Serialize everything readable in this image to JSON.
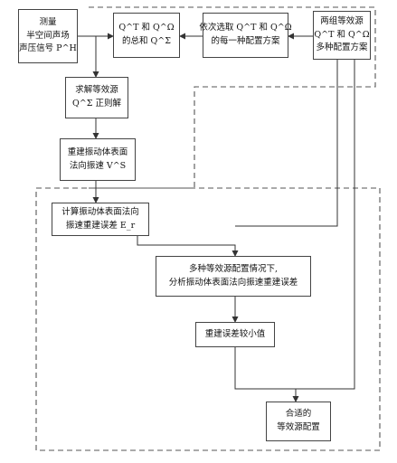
{
  "diagram": {
    "nodes": [
      {
        "id": "measure",
        "lines": [
          "测量",
          "半空间声场",
          "声压信号 P^H"
        ]
      },
      {
        "id": "sum",
        "lines": [
          "Q^T 和 Q^Ω",
          "的总和 Q^Σ"
        ]
      },
      {
        "id": "select",
        "lines": [
          "依次选取 Q^T 和 Q^Ω",
          "的每一种配置方案"
        ]
      },
      {
        "id": "two_groups",
        "lines": [
          "两组等效源",
          "Q^T 和 Q^Ω",
          "多种配置方案"
        ]
      },
      {
        "id": "solve",
        "lines": [
          "求解等效源",
          "Q^Σ 正则解"
        ]
      },
      {
        "id": "rebuild",
        "lines": [
          "重建振动体表面",
          "法向振速 V^S"
        ]
      },
      {
        "id": "calc_error",
        "lines": [
          "计算振动体表面法向",
          "振速重建误差 E_r"
        ]
      },
      {
        "id": "analyze",
        "lines": [
          "多种等效源配置情况下,",
          "分析振动体表面法向振速重建误差"
        ]
      },
      {
        "id": "min_error",
        "lines": [
          "重建误差较小值"
        ]
      },
      {
        "id": "suitable",
        "lines": [
          "合适的",
          "等效源配置"
        ]
      }
    ],
    "edges": [
      {
        "from": "measure",
        "to": "sum"
      },
      {
        "from": "select",
        "to": "sum"
      },
      {
        "from": "two_groups",
        "to": "select"
      },
      {
        "from": "measure",
        "to": "solve"
      },
      {
        "from": "solve",
        "to": "rebuild"
      },
      {
        "from": "rebuild",
        "to": "calc_error"
      },
      {
        "from": "calc_error",
        "to": "analyze"
      },
      {
        "from": "two_groups",
        "to": "analyze"
      },
      {
        "from": "analyze",
        "to": "min_error"
      },
      {
        "from": "min_error",
        "to": "suitable"
      },
      {
        "from": "two_groups",
        "to": "suitable"
      }
    ],
    "groups": [
      {
        "id": "upper_dashed_region",
        "style": "dashed"
      },
      {
        "id": "lower_dashed_region",
        "style": "dashed"
      }
    ],
    "colors": {
      "stroke": "#444444",
      "dash": "#555555",
      "text": "#111111",
      "background": "#ffffff"
    }
  }
}
